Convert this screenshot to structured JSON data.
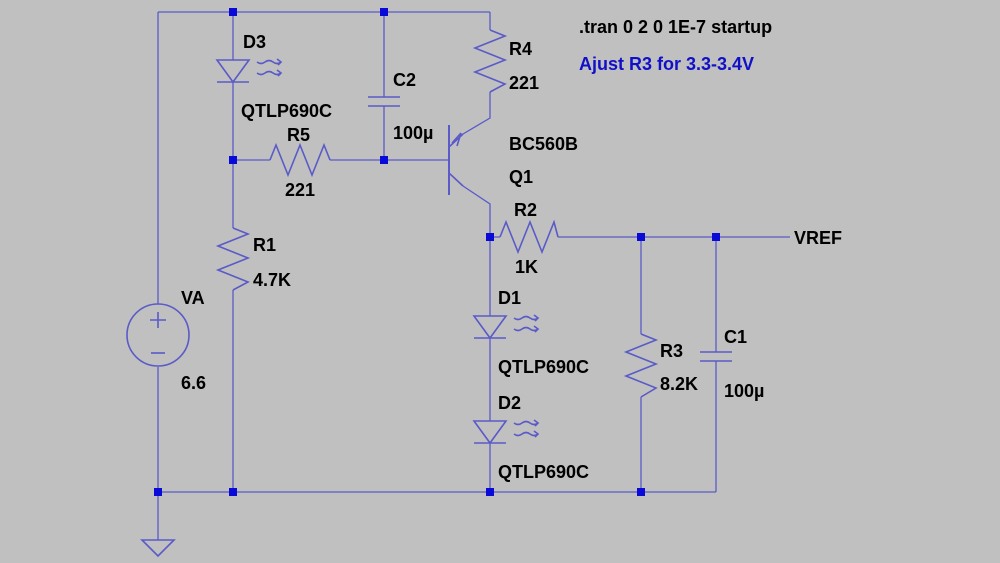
{
  "colors": {
    "background": "#c0c0c0",
    "wire": "#5a5ac8",
    "junction": "#0a0ad8",
    "comment_black": "#000000",
    "comment_blue": "#1010c8"
  },
  "directives": {
    "tran": ".tran 0 2 0 1E-7 startup",
    "note": "Ajust R3 for 3.3-3.4V"
  },
  "components": {
    "D3": {
      "ref": "D3",
      "model": "QTLP690C"
    },
    "C2": {
      "ref": "C2",
      "value": "100µ"
    },
    "R4": {
      "ref": "R4",
      "value": "221"
    },
    "R5": {
      "ref": "R5",
      "value": "221"
    },
    "Q1": {
      "ref": "Q1",
      "model": "BC560B"
    },
    "R2": {
      "ref": "R2",
      "value": "1K"
    },
    "R1": {
      "ref": "R1",
      "value": "4.7K"
    },
    "VA": {
      "ref": "VA",
      "value": "6.6"
    },
    "D1": {
      "ref": "D1",
      "model": "QTLP690C"
    },
    "D2": {
      "ref": "D2",
      "model": "QTLP690C"
    },
    "R3": {
      "ref": "R3",
      "value": "8.2K"
    },
    "C1": {
      "ref": "C1",
      "value": "100µ"
    }
  },
  "net_labels": {
    "vref": "VREF"
  },
  "icons": {
    "ground": "ground-symbol-icon",
    "source": "voltage-source-icon",
    "led": "led-icon",
    "capacitor": "capacitor-icon",
    "resistor": "resistor-icon",
    "transistor": "pnp-transistor-icon"
  }
}
